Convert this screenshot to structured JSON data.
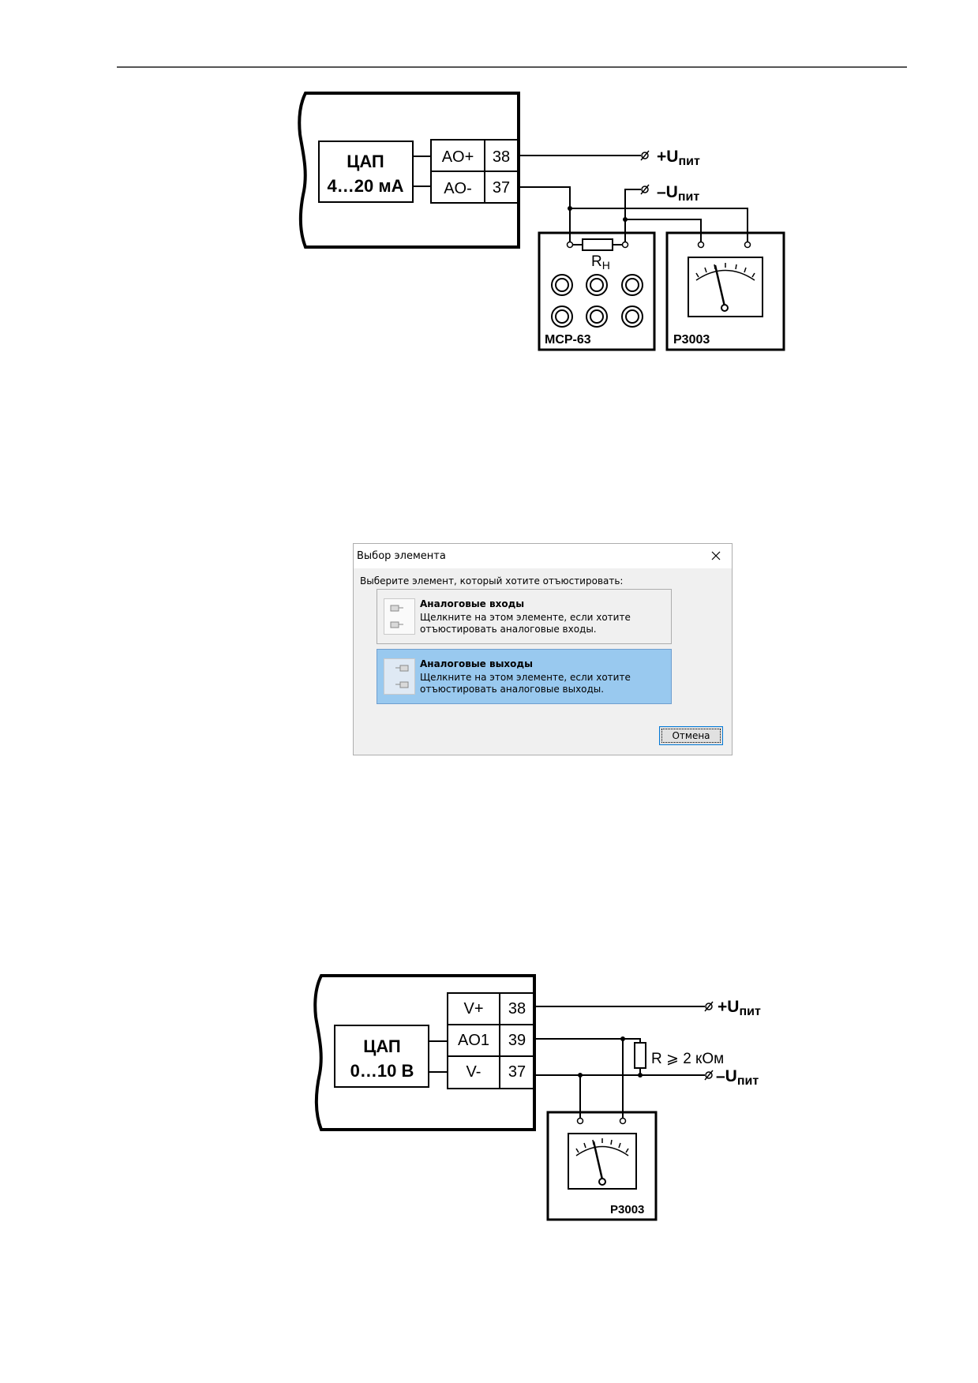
{
  "diagram1": {
    "dac_line1": "ЦАП",
    "dac_line2": "4…20 мА",
    "terminals": [
      {
        "label": "AO+",
        "number": "38"
      },
      {
        "label": "AO-",
        "number": "37"
      }
    ],
    "supply_plus_sign": "+U",
    "supply_minus_sign": "–U",
    "supply_subscript": "пит",
    "resistor_label": "R",
    "resistor_subscript": "Н",
    "box_store_label": "МСР-63",
    "meter_label": "Р3003"
  },
  "dialog": {
    "title": "Выбор элемента",
    "prompt": "Выберите элемент, который хотите отъюстировать:",
    "options": [
      {
        "title": "Аналоговые входы",
        "desc_line1": "Щелкните на этом элементе, если хотите",
        "desc_line2": "отъюстировать аналоговые входы.",
        "selected": false
      },
      {
        "title": "Аналоговые выходы",
        "desc_line1": "Щелкните на этом элементе, если хотите",
        "desc_line2": "отъюстировать аналоговые выходы.",
        "selected": true
      }
    ],
    "cancel_label": "Отмена",
    "close_icon": "close-icon",
    "selected_color": "#99c9ef"
  },
  "diagram2": {
    "dac_line1": "ЦАП",
    "dac_line2": "0…10 В",
    "terminals": [
      {
        "label": "V+",
        "number": "38"
      },
      {
        "label": "AO1",
        "number": "39"
      },
      {
        "label": "V-",
        "number": "37"
      }
    ],
    "supply_plus_sign": "+U",
    "supply_minus_sign": "–U",
    "supply_subscript": "пит",
    "resistor_label": "R ⩾ 2 кОм",
    "meter_label": "Р3003"
  }
}
